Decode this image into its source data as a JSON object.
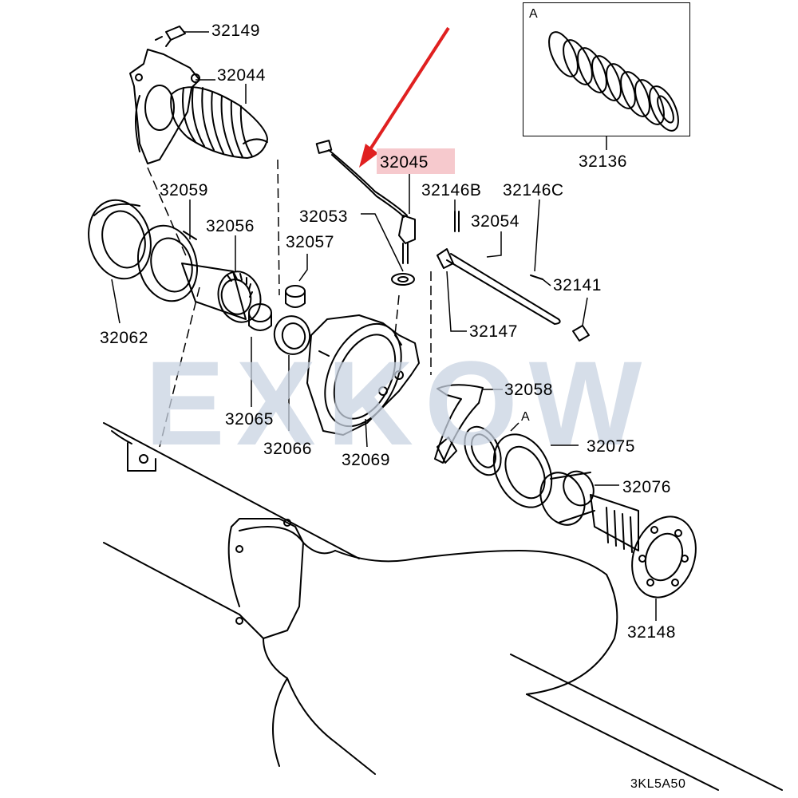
{
  "diagram": {
    "watermark": "EXKOW",
    "figure_code": "3KL5A50",
    "highlight_color": "#f6c9cd",
    "arrow_color": "#e02020",
    "inset_label": "A",
    "callout_label": "A",
    "parts": {
      "p32149": "32149",
      "p32044": "32044",
      "p32059": "32059",
      "p32056": "32056",
      "p32062": "32062",
      "p32053": "32053",
      "p32057": "32057",
      "p32045": "32045",
      "p32146B": "32146B",
      "p32146C": "32146C",
      "p32054": "32054",
      "p32141": "32141",
      "p32147": "32147",
      "p32058": "32058",
      "p32065": "32065",
      "p32066": "32066",
      "p32069": "32069",
      "p32075": "32075",
      "p32076": "32076",
      "p32148": "32148",
      "p32136": "32136"
    }
  }
}
